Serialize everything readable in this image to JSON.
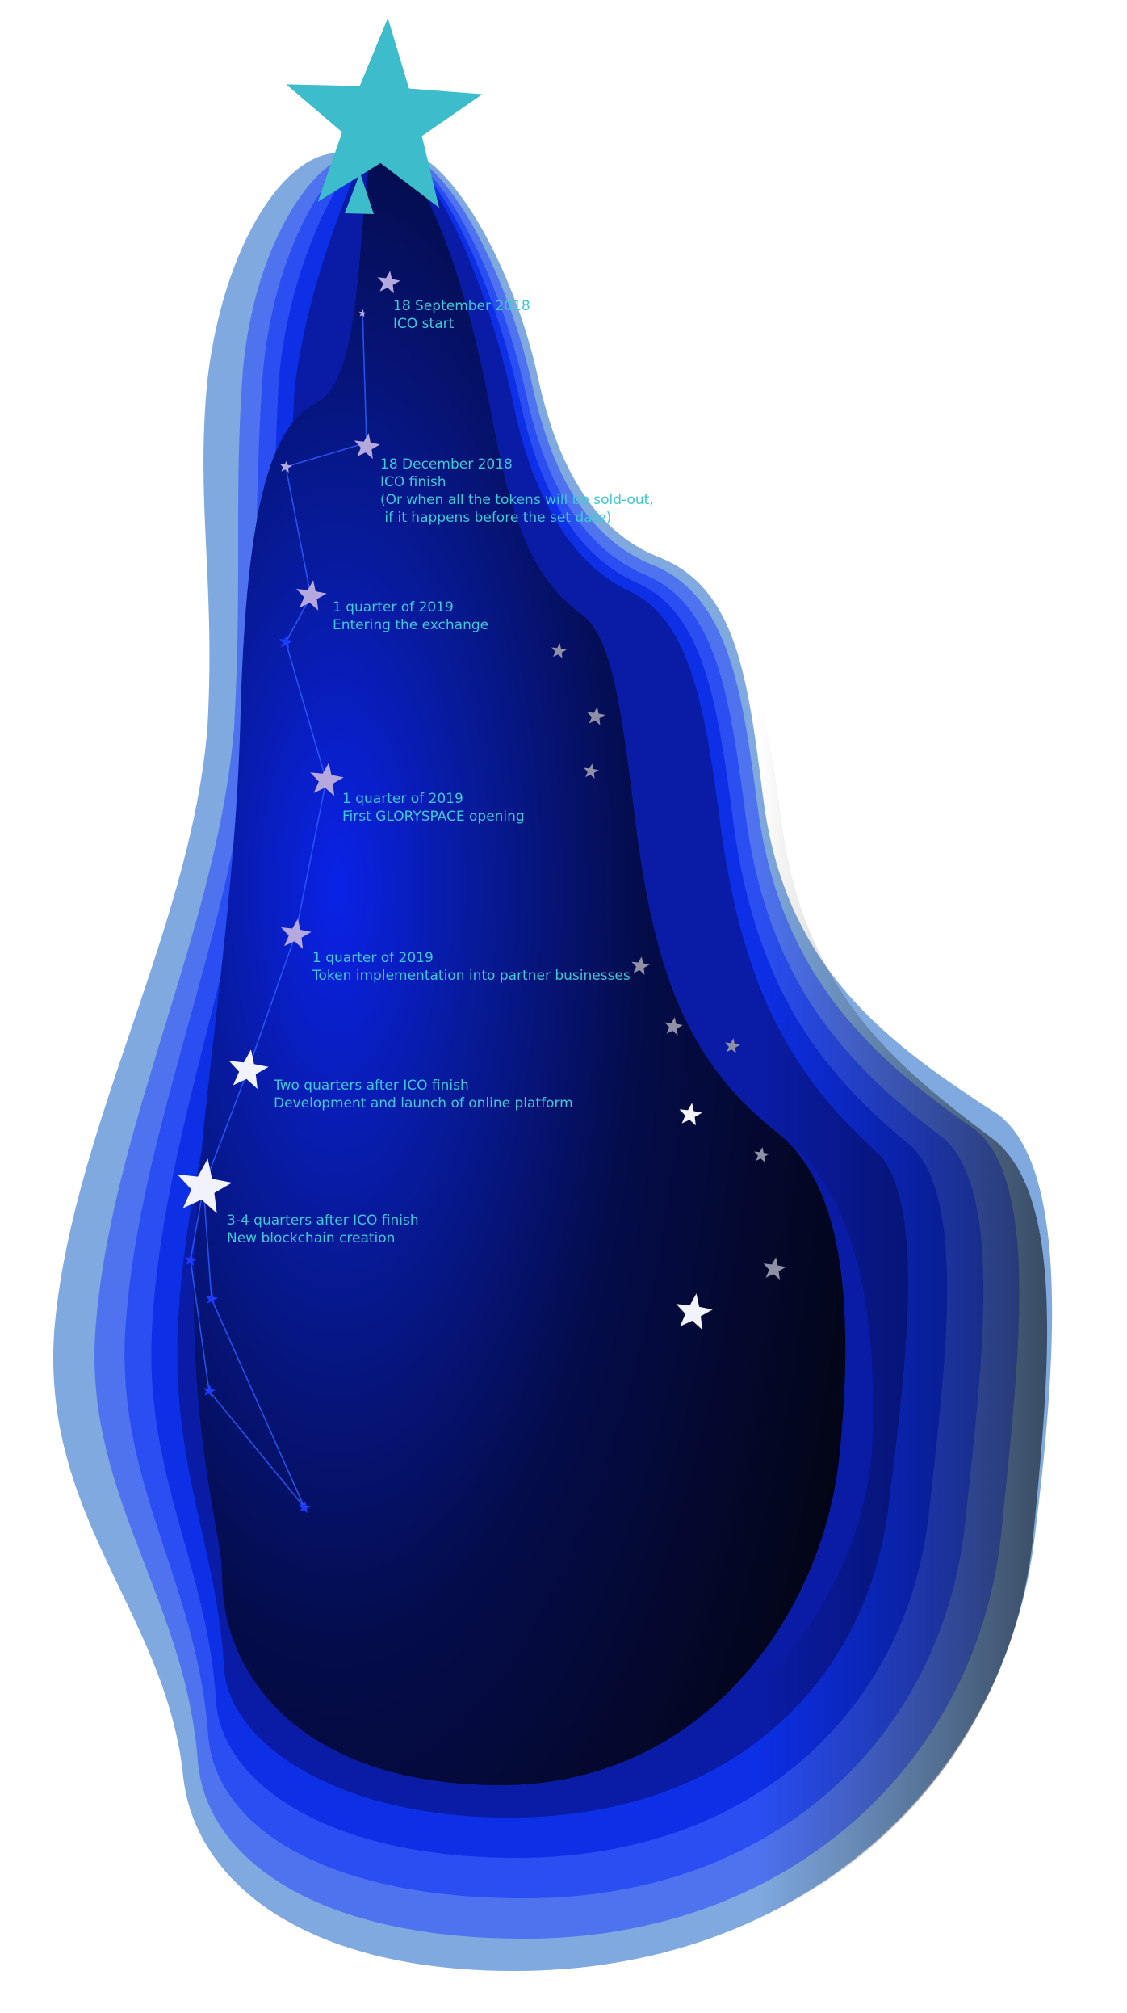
{
  "colors": {
    "background": "#ffffff",
    "text": "#3ec7d4",
    "top_star": "#3dbccb",
    "layer_1": "#7fa9df",
    "layer_2": "#4f73ef",
    "layer_3": "#2a4ef2",
    "layer_4": "#0d2fe6",
    "layer_5": "#0a1ca6",
    "core_glow": "#0a22e8",
    "core_dark": "#030516",
    "star_white": "#f2f2fa",
    "star_lilac": "#b5a8dc",
    "star_gray": "#8f8fa6",
    "star_blue": "#1e3cff",
    "constellation_line": "#2e5cff"
  },
  "timeline": [
    {
      "date": "18 September 2018",
      "event": "ICO start"
    },
    {
      "date": "18 December 2018",
      "event": "ICO finish",
      "note1": "(Or when all the tokens will be sold-out,",
      "note2": " if it happens before the set date)"
    },
    {
      "date": "1 quarter of 2019",
      "event": "Entering the exchange"
    },
    {
      "date": "1 quarter of 2019",
      "event": "First GLORYSPACE opening"
    },
    {
      "date": "1 quarter of 2019",
      "event": "Token implementation into partner businesses"
    },
    {
      "date": "Two quarters after ICO finish",
      "event": "Development and launch of online platform"
    },
    {
      "date": "3-4 quarters after ICO finish",
      "event": "New blockchain creation"
    }
  ]
}
